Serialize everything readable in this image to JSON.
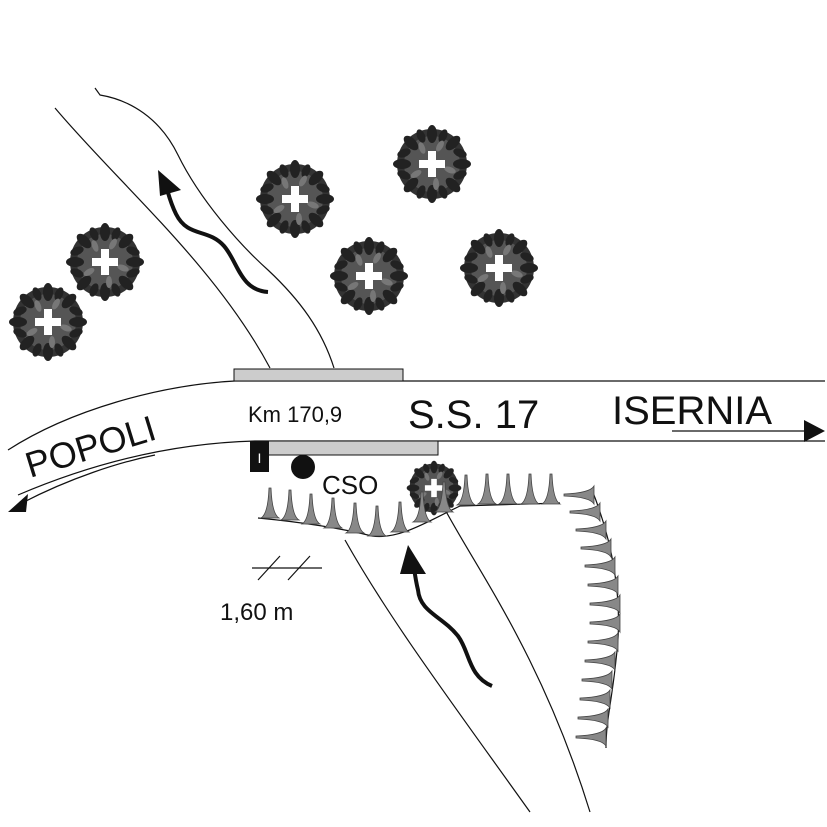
{
  "labels": {
    "west_town": "POPOLI",
    "east_town": "ISERNIA",
    "road_name": "S.S. 17",
    "kilometer": "Km 170,9",
    "station_code": "CSO",
    "distance": "1,60 m",
    "marker_letter": "I"
  },
  "colors": {
    "ink": "#111111",
    "bridge_fill": "#cccccc",
    "tree_fill": "#555555",
    "tree_dark": "#222222",
    "embankment": "#888888"
  },
  "symbols": {
    "tree": "tree-symbol",
    "flow_arrow": "curved-arrow",
    "station": "filled-circle",
    "embankment": "triangle-tick-hachure",
    "direction_arrow": "triangle-arrowhead"
  }
}
